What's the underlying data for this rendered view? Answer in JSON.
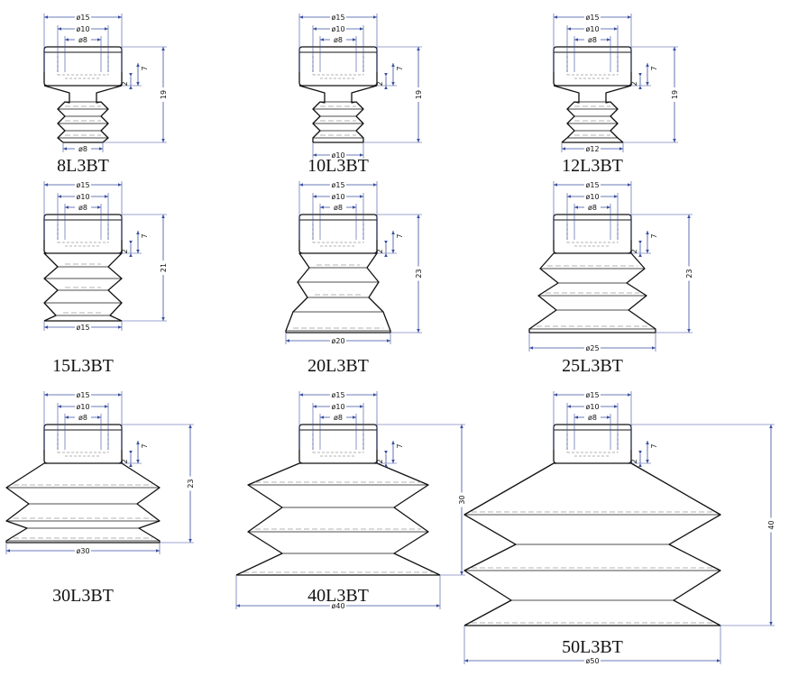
{
  "drawings": [
    {
      "model": "8L3BT",
      "dia_top": "ø15",
      "dia_mid": "ø10",
      "dia_in": "ø8",
      "dim_2": "2",
      "dim_7": "7",
      "height": "19",
      "base": "ø8"
    },
    {
      "model": "10L3BT",
      "dia_top": "ø15",
      "dia_mid": "ø10",
      "dia_in": "ø8",
      "dim_2": "2",
      "dim_7": "7",
      "height": "19",
      "base": "ø10"
    },
    {
      "model": "12L3BT",
      "dia_top": "ø15",
      "dia_mid": "ø10",
      "dia_in": "ø8",
      "dim_2": "2",
      "dim_7": "7",
      "height": "19",
      "base": "ø12"
    },
    {
      "model": "15L3BT",
      "dia_top": "ø15",
      "dia_mid": "ø10",
      "dia_in": "ø8",
      "dim_2": "2",
      "dim_7": "7",
      "height": "21",
      "base": "ø15"
    },
    {
      "model": "20L3BT",
      "dia_top": "ø15",
      "dia_mid": "ø10",
      "dia_in": "ø8",
      "dim_2": "2",
      "dim_7": "7",
      "height": "23",
      "base": "ø20"
    },
    {
      "model": "25L3BT",
      "dia_top": "ø15",
      "dia_mid": "ø10",
      "dia_in": "ø8",
      "dim_2": "2",
      "dim_7": "7",
      "height": "23",
      "base": "ø25"
    },
    {
      "model": "30L3BT",
      "dia_top": "ø15",
      "dia_mid": "ø10",
      "dia_in": "ø8",
      "dim_2": "2",
      "dim_7": "7",
      "height": "23",
      "base": "ø30"
    },
    {
      "model": "40L3BT",
      "dia_top": "ø15",
      "dia_mid": "ø10",
      "dia_in": "ø8",
      "dim_2": "2",
      "dim_7": "7",
      "height": "30",
      "base": "ø40"
    },
    {
      "model": "50L3BT",
      "dia_top": "ø15",
      "dia_mid": "ø10",
      "dia_in": "ø8",
      "dim_2": "2",
      "dim_7": "7",
      "height": "40",
      "base": "ø50"
    }
  ],
  "colors": {
    "outline": "#111111",
    "dimension": "#3a4fa0",
    "hidden": "#9a9a9a"
  }
}
